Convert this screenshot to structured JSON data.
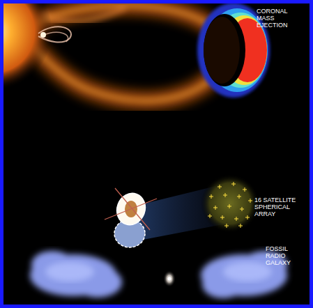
{
  "diagram": {
    "labels": [
      "CORONAL MASS EJECTION",
      "16 SATELLITE SPHERICAL ARRAY",
      "FOSSIL RADIO GALAXY"
    ]
  }
}
